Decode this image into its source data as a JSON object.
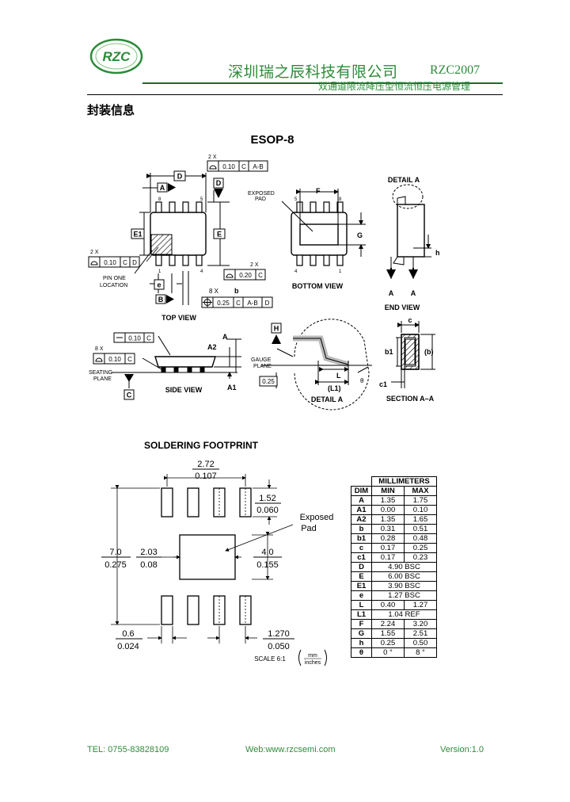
{
  "header": {
    "logo_text": "RZC",
    "company": "深圳瑞之辰科技有限公司",
    "model": "RZC2007",
    "subtitle": "双通道限流降压型恒流恒压电源管理"
  },
  "section_title": "封装信息",
  "package_title": "ESOP-8",
  "drawing": {
    "top_view": {
      "label": "TOP VIEW",
      "D": "D",
      "E": "E",
      "E1": "E1",
      "e": "e",
      "A": "A",
      "B": "B",
      "pin_one": "PIN ONE",
      "location": "LOCATION",
      "pin8": "8",
      "pin5": "5",
      "pin1": "1",
      "pin4": "4",
      "fcf_top_mult": "2 X",
      "fcf_top_tol": "0.10",
      "fcf_top_ref1": "C",
      "fcf_top_ref2": "A-B",
      "fcf_left_mult": "2 X",
      "fcf_left_tol": "0.10",
      "fcf_left_ref1": "C",
      "fcf_left_ref2": "D",
      "fcf_right_mult": "2 X",
      "fcf_right_tol": "0.20",
      "fcf_right_ref1": "C",
      "b_mult": "8 X",
      "b_label": "b",
      "fcf_b_tol": "0.25",
      "fcf_b_ref1": "C",
      "fcf_b_ref2": "A-B",
      "fcf_b_ref3": "D",
      "D_datum": "D"
    },
    "bottom_view": {
      "label": "BOTTOM VIEW",
      "exposed": "EXPOSED",
      "pad": "PAD",
      "F": "F",
      "G": "G",
      "pin5": "5",
      "pin8": "8",
      "pin4": "4",
      "pin1": "1"
    },
    "detail_a_top": {
      "label": "DETAIL A",
      "h": "h",
      "A1": "A",
      "A2": "A"
    },
    "end_view": {
      "label": "END VIEW"
    },
    "side_view": {
      "label": "SIDE VIEW",
      "fcf1_tol": "0.10",
      "fcf1_ref": "C",
      "mult": "8 X",
      "fcf2_tol": "0.10",
      "fcf2_ref": "C",
      "seating": "SEATING",
      "plane": "PLANE",
      "C": "C",
      "A": "A",
      "A2": "A2",
      "A1": "A1"
    },
    "detail_a": {
      "label": "DETAIL A",
      "H": "H",
      "gauge": "GAUGE",
      "plane": "PLANE",
      "val": "0.25",
      "L": "L",
      "L1": "(L1)",
      "theta": "θ"
    },
    "section_aa": {
      "label": "SECTION A–A",
      "c": "c",
      "b1": "b1",
      "b": "(b)",
      "c1": "c1"
    }
  },
  "footprint": {
    "title": "SOLDERING FOOTPRINT",
    "top_mm": "2.72",
    "top_in": "0.107",
    "pad_mm": "1.52",
    "pad_in": "0.060",
    "total_mm": "7.0",
    "total_in": "0.275",
    "ep_w_mm": "2.03",
    "ep_w_in": "0.08",
    "ep_h_mm": "4.0",
    "ep_h_in": "0.155",
    "pad_w_mm": "0.6",
    "pad_w_in": "0.024",
    "pitch_mm": "1.270",
    "pitch_in": "0.050",
    "exposed": "Exposed",
    "pad": "Pad",
    "scale": "SCALE 6:1",
    "unit_mm": "mm",
    "unit_in": "inches"
  },
  "dimensions": {
    "header_group": "MILLIMETERS",
    "header_dim": "DIM",
    "header_min": "MIN",
    "header_max": "MAX",
    "rows": [
      {
        "dim": "A",
        "min": "1.35",
        "max": "1.75"
      },
      {
        "dim": "A1",
        "min": "0.00",
        "max": "0.10"
      },
      {
        "dim": "A2",
        "min": "1.35",
        "max": "1.65"
      },
      {
        "dim": "b",
        "min": "0.31",
        "max": "0.51"
      },
      {
        "dim": "b1",
        "min": "0.28",
        "max": "0.48"
      },
      {
        "dim": "c",
        "min": "0.17",
        "max": "0.25"
      },
      {
        "dim": "c1",
        "min": "0.17",
        "max": "0.23"
      },
      {
        "dim": "D",
        "span": "4.90 BSC"
      },
      {
        "dim": "E",
        "span": "6.00 BSC"
      },
      {
        "dim": "E1",
        "span": "3.90 BSC"
      },
      {
        "dim": "e",
        "span": "1.27 BSC"
      },
      {
        "dim": "L",
        "min": "0.40",
        "max": "1.27"
      },
      {
        "dim": "L1",
        "span": "1.04 REF"
      },
      {
        "dim": "F",
        "min": "2.24",
        "max": "3.20"
      },
      {
        "dim": "G",
        "min": "1.55",
        "max": "2.51"
      },
      {
        "dim": "h",
        "min": "0.25",
        "max": "0.50"
      },
      {
        "dim": "θ",
        "min": "0 °",
        "max": "8 °"
      }
    ]
  },
  "footer": {
    "tel": "TEL: 0755-83828109",
    "web": "Web:www.rzcsemi.com",
    "version": "Version:1.0"
  }
}
